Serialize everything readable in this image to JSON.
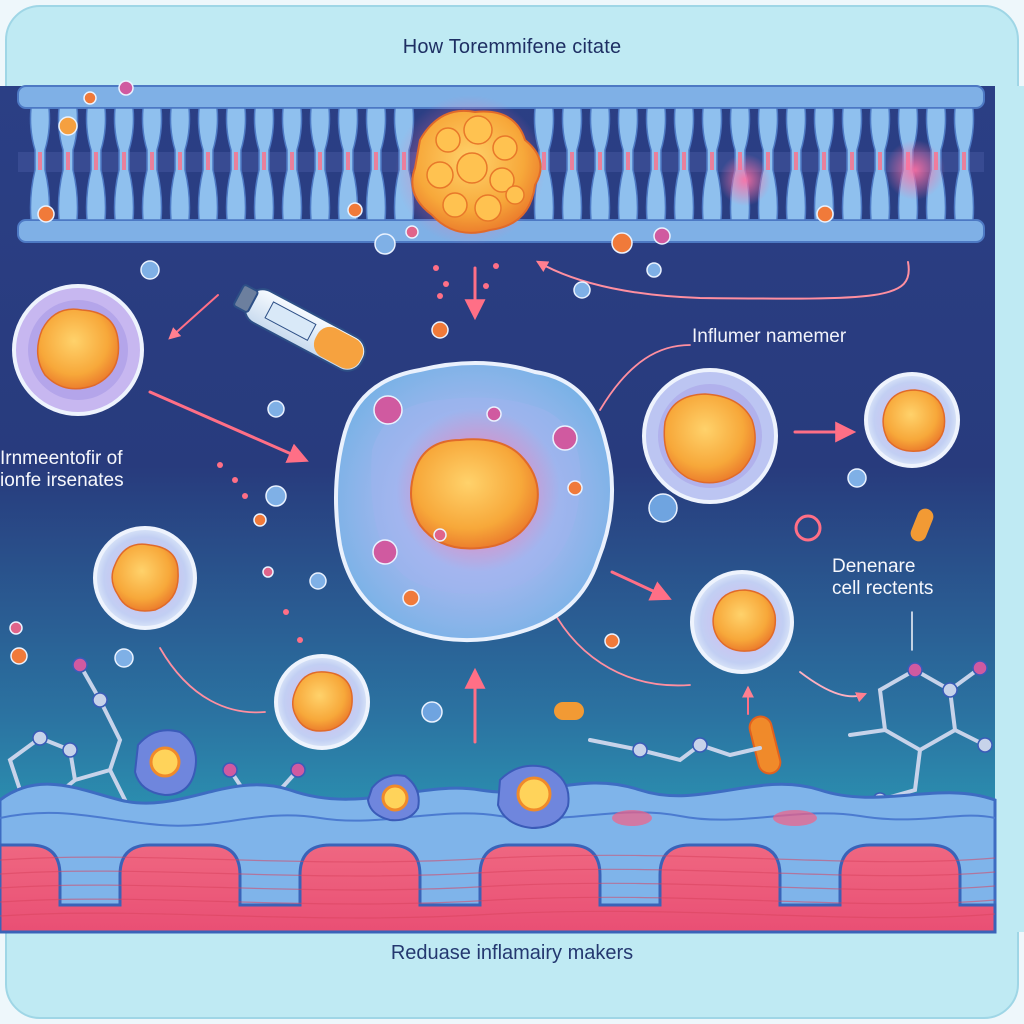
{
  "diagram": {
    "title": "How Toremmifene citate",
    "callout_right": "Influmer namemer",
    "callout_left_line1": "Irnmeentofir of",
    "callout_left_line2": "ionfe irsenates",
    "callout_cell_line1": "Denenare",
    "callout_cell_line2": "cell rectents",
    "footer": "Reduase inflamairy makers",
    "vial_label": ""
  },
  "colors": {
    "frame_bg": "#bfeaf3",
    "deep_blue": "#1f2f6e",
    "teal": "#2d93a9",
    "membrane_blue": "#7fb0e6",
    "tissue_pink": "#f0607a",
    "cell_body": "#7fb6ea",
    "nucleus_orange": "#f7a83a",
    "glow_pink": "#ff6fa3",
    "arrow_pink": "#ff6f86"
  }
}
